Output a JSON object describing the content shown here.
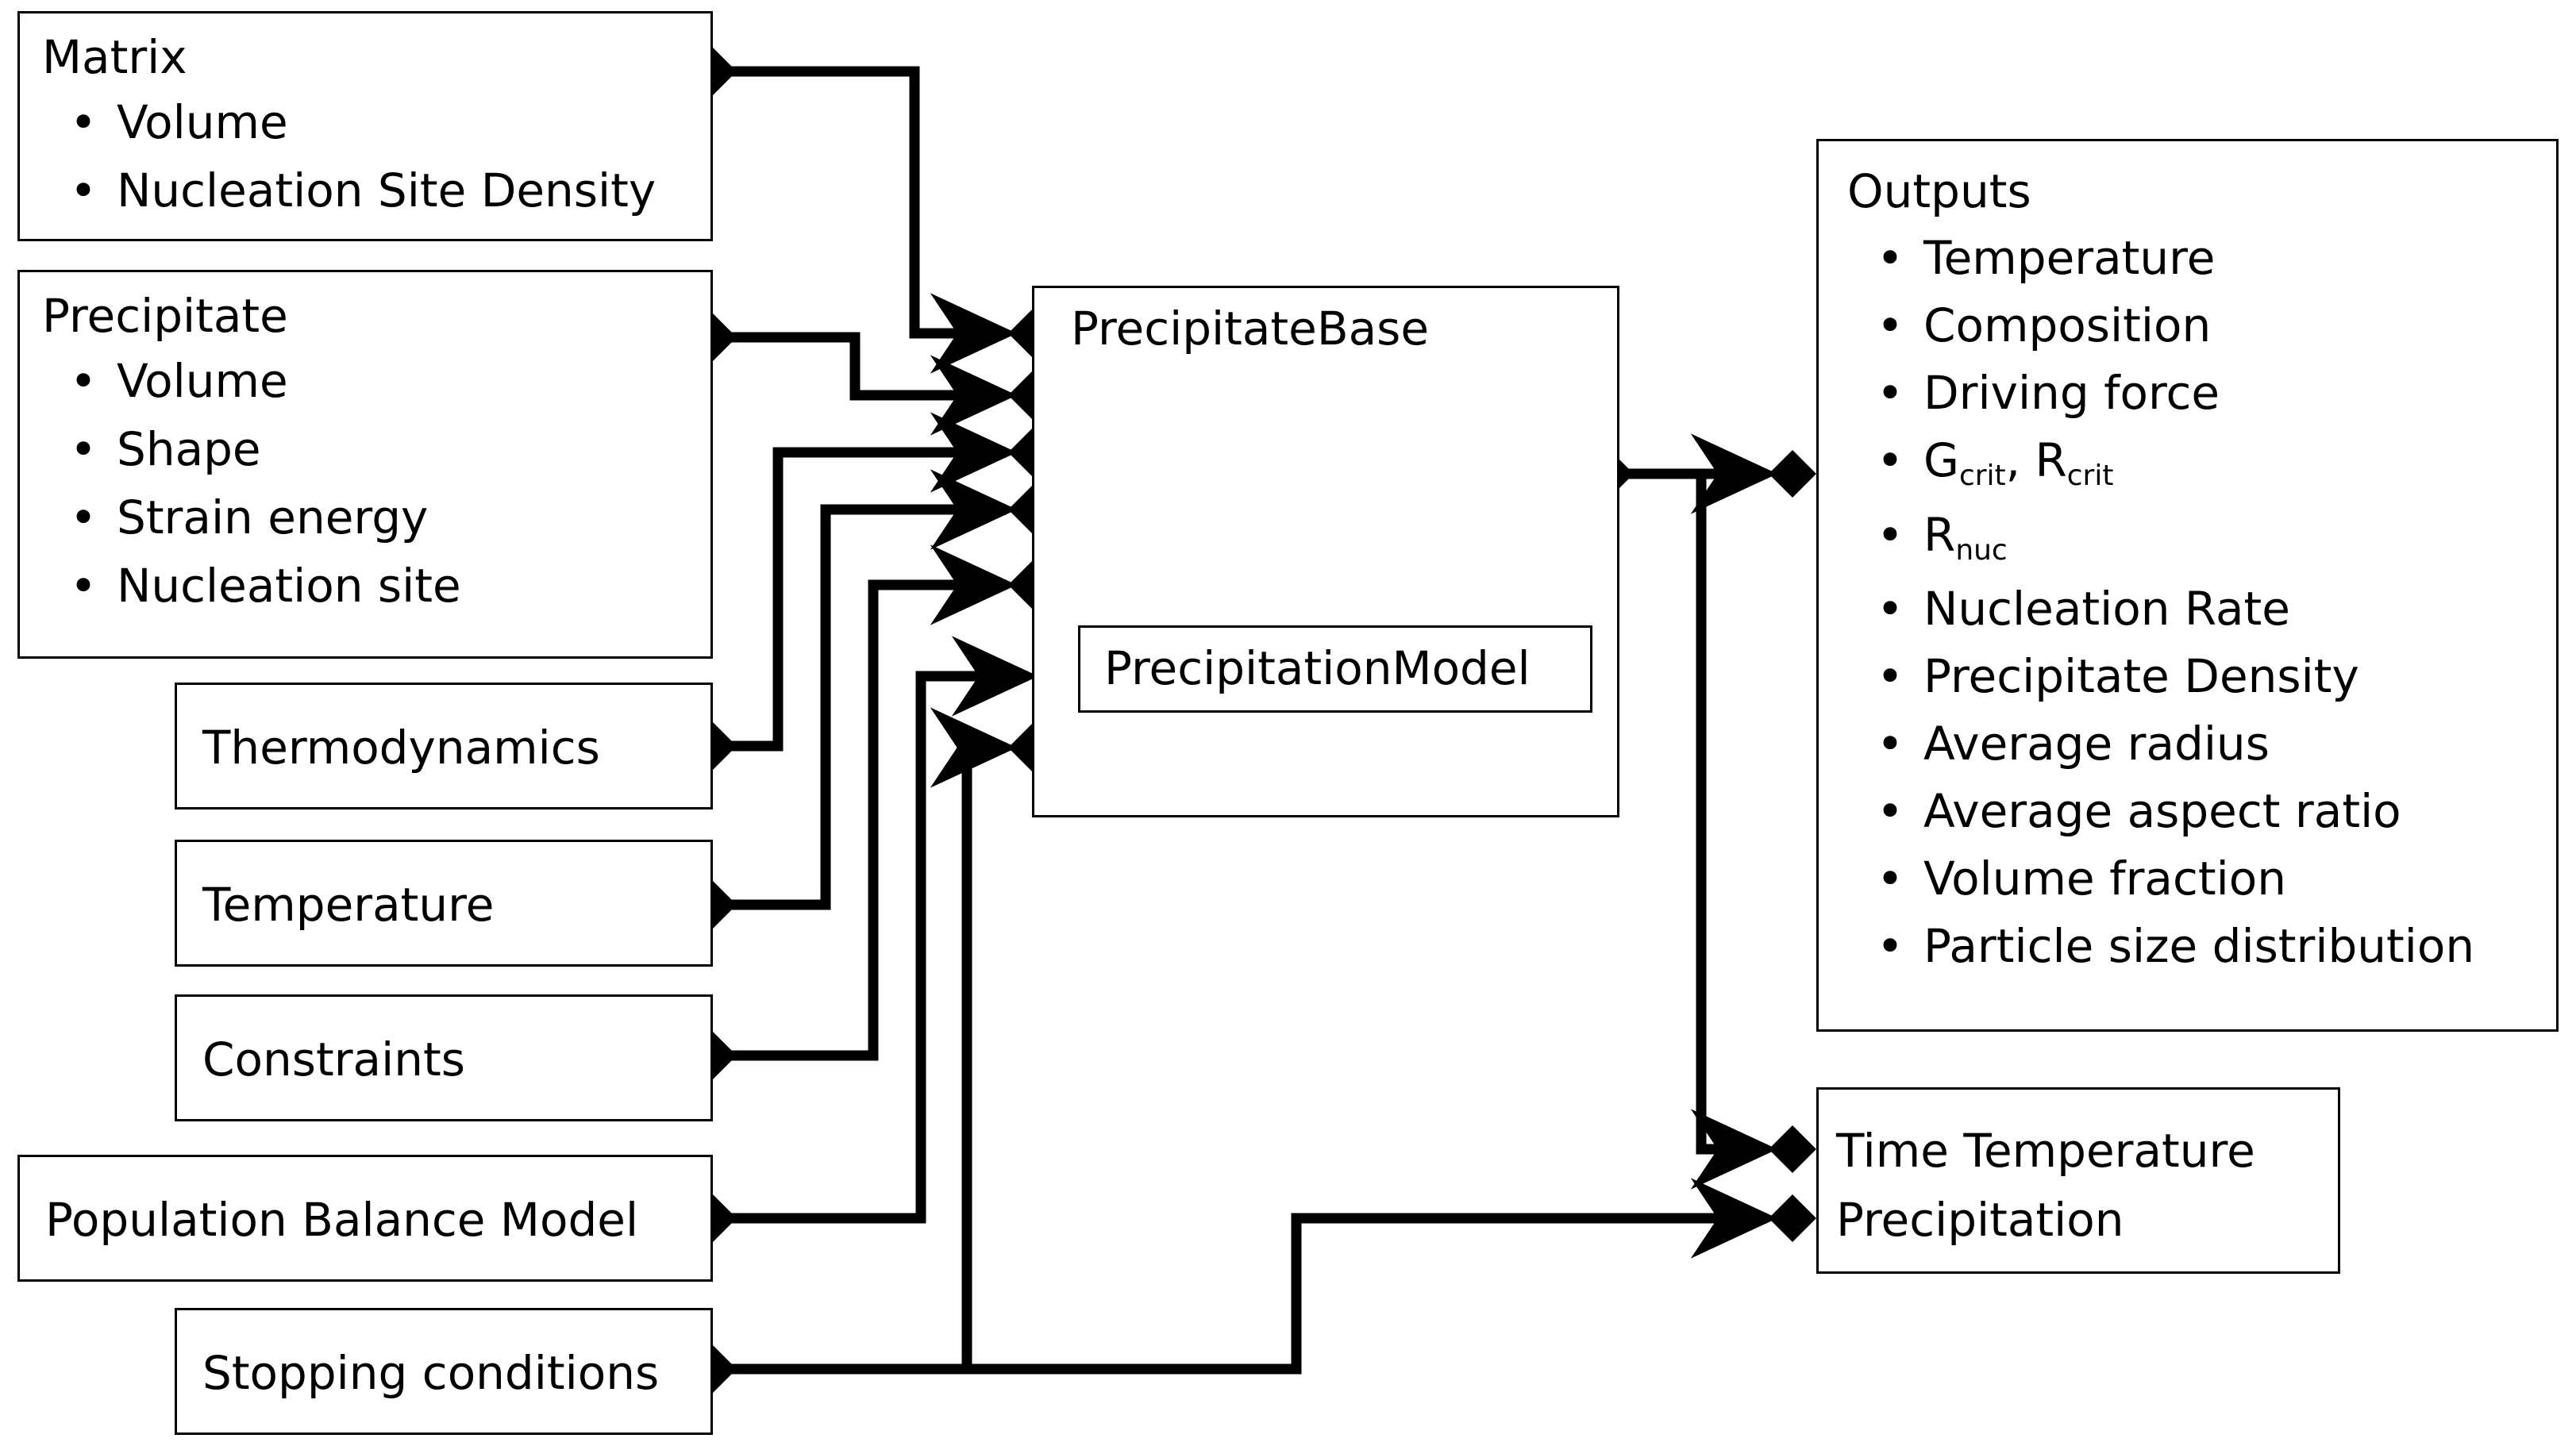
{
  "diagram": {
    "title": "PrecipitateBase model composition diagram",
    "line_color": "#000000",
    "box_border_color": "#000000",
    "background": "#ffffff"
  },
  "nodes": {
    "matrix": {
      "title": "Matrix",
      "items": [
        "Volume",
        "Nucleation Site Density"
      ]
    },
    "precipitate": {
      "title": "Precipitate",
      "items": [
        "Volume",
        "Shape",
        "Strain energy",
        "Nucleation site"
      ]
    },
    "thermodynamics": {
      "title": "Thermodynamics"
    },
    "temperature": {
      "title": "Temperature"
    },
    "constraints": {
      "title": "Constraints"
    },
    "population_balance_model": {
      "title": "Population Balance Model"
    },
    "stopping_conditions": {
      "title": "Stopping conditions"
    },
    "precipitate_base": {
      "title": "PrecipitateBase"
    },
    "precipitation_model": {
      "title": "PrecipitationModel"
    },
    "outputs": {
      "title": "Outputs",
      "items": [
        "Temperature",
        "Composition",
        "Driving force",
        "G<sub>crit</sub>, R<sub>crit</sub>",
        "R<sub>nuc</sub>",
        "Nucleation Rate",
        "Precipitate Density",
        "Average radius",
        "Average aspect ratio",
        "Volume fraction",
        "Particle size distribution"
      ]
    },
    "time_temperature_precipitation": {
      "line1": "Time Temperature",
      "line2": "Precipitation"
    }
  },
  "connections": [
    {
      "from": "matrix",
      "to": "precipitate-base-port-1"
    },
    {
      "from": "precipitate",
      "to": "precipitate-base-port-2"
    },
    {
      "from": "thermodynamics",
      "to": "precipitate-base-port-3"
    },
    {
      "from": "temperature",
      "to": "precipitate-base-port-4"
    },
    {
      "from": "constraints",
      "to": "precipitate-base-port-5"
    },
    {
      "from": "population-balance-model",
      "to": "precipitation-model-port"
    },
    {
      "from": "stopping-conditions",
      "to": "precipitate-base-port-7"
    },
    {
      "from": "stopping-conditions",
      "to": "precipitation-port"
    },
    {
      "from": "precipitate-base-output",
      "to": "outputs-port"
    },
    {
      "from": "precipitate-base-output",
      "to": "time-temperature-port"
    }
  ]
}
